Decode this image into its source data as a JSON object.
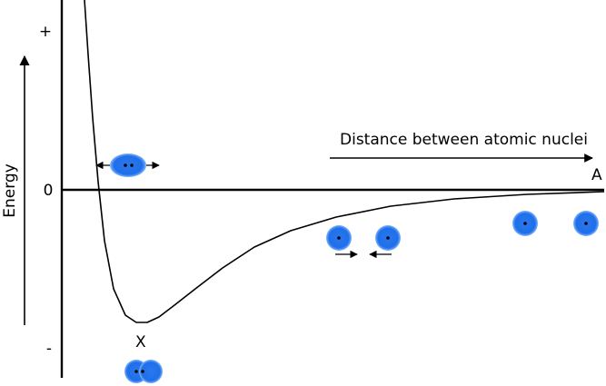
{
  "labels": {
    "energy": "Energy",
    "plus": "+",
    "zero": "0",
    "minus": "-",
    "distance": "Distance between atomic nuclei",
    "point_a": "A",
    "point_x": "X"
  },
  "colors": {
    "atom_fill": "#1f6fe8",
    "atom_glow": "#5aa0ff",
    "line": "#000000"
  }
}
